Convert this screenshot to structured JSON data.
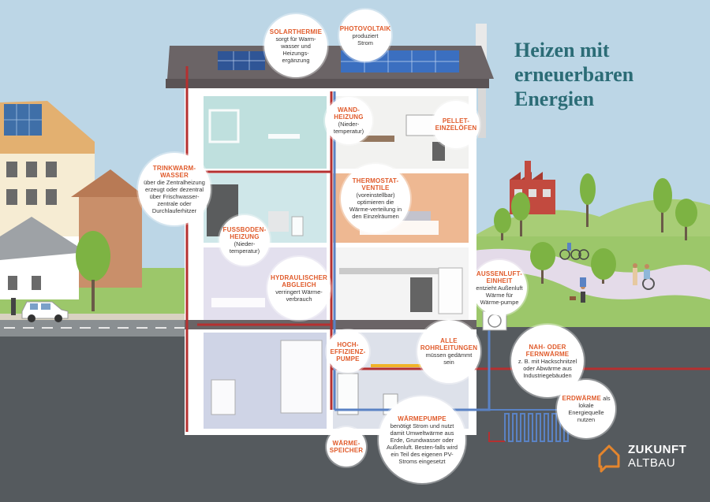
{
  "title": {
    "line1": "Heizen mit",
    "line2": "erneuerbaren",
    "line3": "Energien"
  },
  "labels": {
    "solarthermie": {
      "heading": "SOLARTHERMIE",
      "text": "sorgt für Warm-wasser und Heizungs-ergänzung"
    },
    "photovoltaik": {
      "heading": "PHOTOVOLTAIK",
      "text": "produziert Strom"
    },
    "wandheizung": {
      "heading1": "WAND-",
      "heading2": "HEIZUNG",
      "text": "(Nieder-temperatur)"
    },
    "pellet": {
      "heading1": "PELLET-",
      "heading2": "EINZELÖFEN"
    },
    "trinkwarmwasser": {
      "heading1": "TRINKWARM-",
      "heading2": "WASSER",
      "text": "über die Zentralheizung erzeugt oder dezentral über Frischwasser-zentrale oder Durchlauferhitzer"
    },
    "thermostat": {
      "heading1": "THERMOSTAT-",
      "heading2": "VENTILE",
      "text": "(voreinstellbar) optimieren die Wärme-verteilung in den Einzelräumen"
    },
    "fussboden": {
      "heading1": "FUSSBODEN-",
      "heading2": "HEIZUNG",
      "text": "(Nieder-temperatur)"
    },
    "hydraulisch": {
      "heading1": "HYDRAULISCHER",
      "heading2": "ABGLEICH",
      "text": "verringert Wärme-verbrauch"
    },
    "aussenluft": {
      "heading1": "AUSSENLUFT-",
      "heading2": "EINHEIT",
      "text": "entzieht Außenluft Wärme für Wärme-pumpe"
    },
    "hocheffizienz": {
      "heading1": "HOCH-",
      "heading2": "EFFIZIENZ-",
      "heading3": "PUMPE"
    },
    "rohrleitungen": {
      "heading1": "ALLE",
      "heading2": "ROHRLEITUNGEN",
      "text": "müssen gedämmt sein"
    },
    "fernwaerme": {
      "heading1": "NAH- ODER",
      "heading2": "FERNWÄRME",
      "text": "z. B. mit Hackschnitzel oder Abwärme aus Industriegebäuden"
    },
    "erdwaerme": {
      "heading": "ERDWÄRME",
      "text_inline": "als",
      "text": "lokale Energiequelle nutzen"
    },
    "waermespeicher": {
      "heading1": "WÄRME-",
      "heading2": "SPEICHER"
    },
    "waermepumpe": {
      "heading": "WÄRMEPUMPE",
      "text": "benötigt Strom und nutzt damit Umweltwärme aus Erde, Grundwasser oder Außenluft. Besten-falls wird ein Teil des eigenen PV-Stroms eingesetzt"
    }
  },
  "logo": {
    "line1": "ZUKUNFT",
    "line2": "ALTBAU",
    "icon": "house-speech-icon"
  },
  "colors": {
    "sky": "#bcd6e6",
    "ground": "#555a5e",
    "grass": "#8fbf5a",
    "house_wall": "#ffffff",
    "roof": "#6b6466",
    "pipe_hot": "#b53030",
    "pipe_cold": "#5a82c4",
    "heading": "#e05a2a",
    "title": "#2b6c76",
    "logo_orange": "#e4852d"
  }
}
